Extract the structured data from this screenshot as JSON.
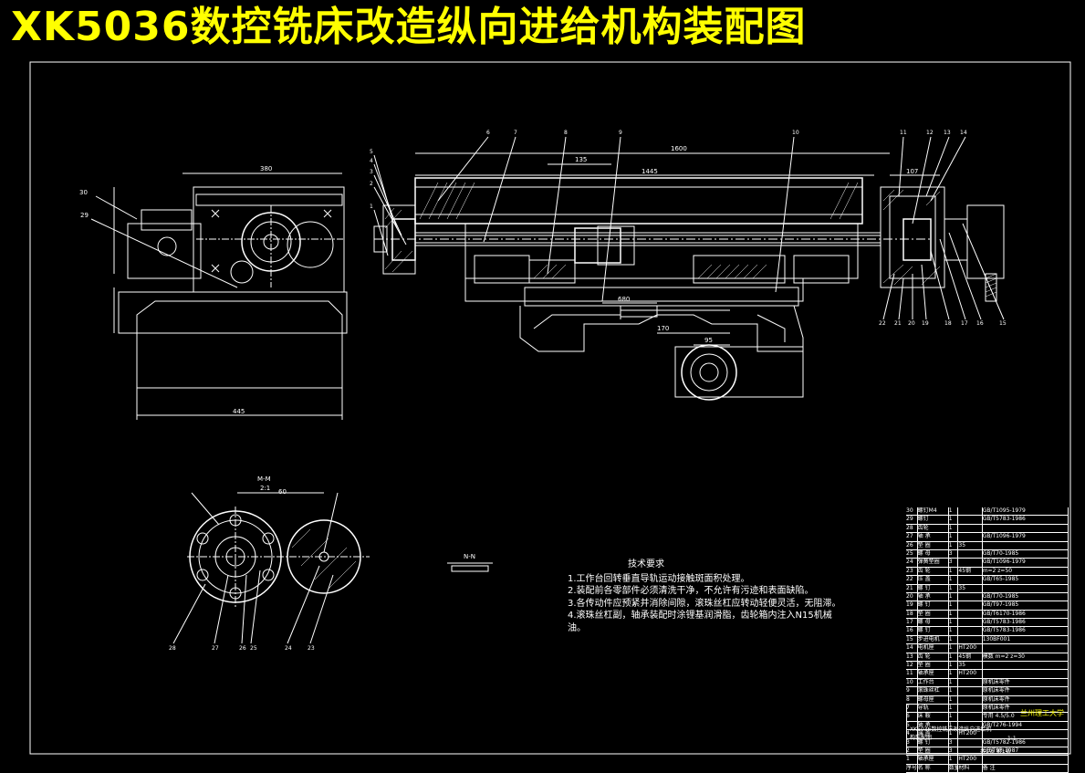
{
  "title": "XK5036数控铣床改造纵向进给机构装配图",
  "dims": {
    "d1600": "1600",
    "d1445": "1445",
    "d135": "135",
    "d107": "107",
    "d380": "380",
    "d445": "445",
    "d680": "680",
    "d170": "170",
    "d95": "95",
    "d60": "60",
    "d2_1": "2:1",
    "ratio": "M-M"
  },
  "part_numbers_top": [
    "6",
    "7",
    "8",
    "9",
    "10",
    "11",
    "12",
    "13",
    "14"
  ],
  "part_numbers_bottom": [
    "22",
    "21",
    "20",
    "19",
    "18",
    "17",
    "16",
    "15"
  ],
  "part_numbers_left": [
    "5",
    "4",
    "3",
    "2",
    "1"
  ],
  "side_labels": [
    "30",
    "29"
  ],
  "section_labels": [
    "M-M",
    "N-N"
  ],
  "circle_part_numbers": [
    "28",
    "27",
    "26",
    "25",
    "24",
    "23"
  ],
  "tech_req": {
    "heading": "技术要求",
    "lines": [
      "1.工作台回转垂直导轨运动接触斑面积处理。",
      "2.装配前各零部件必须清洗干净，不允许有污迹和表面缺陷。",
      "3.各传动件应预紧并消除间隙，滚珠丝杠应转动轻便灵活，无阻滞。",
      "4.滚珠丝杠副，轴承装配时涂锂基润滑脂，齿轮箱内注入N15机械",
      "油。"
    ]
  },
  "bom_rows": [
    {
      "no": "30",
      "name": "螺钉M4",
      "qty": "1",
      "mat": "",
      "std": "GB/T1095-1979"
    },
    {
      "no": "29",
      "name": "螺钉",
      "qty": "1",
      "mat": "",
      "std": "GB/T5783-1986"
    },
    {
      "no": "28",
      "name": "齿轮",
      "qty": "1",
      "mat": "",
      "std": ""
    },
    {
      "no": "27",
      "name": "轴 承",
      "qty": "1",
      "mat": "",
      "std": "GB/T1096-1979"
    },
    {
      "no": "26",
      "name": "垫 圈",
      "qty": "1",
      "mat": "35",
      "std": ""
    },
    {
      "no": "25",
      "name": "螺 母",
      "qty": "3",
      "mat": "",
      "std": "GB/T70-1985"
    },
    {
      "no": "24",
      "name": "弹簧垫圈",
      "qty": "3",
      "mat": "",
      "std": "GB/T1096-1979"
    },
    {
      "no": "23",
      "name": "齿 轮",
      "qty": "1",
      "mat": "45钢",
      "std": "m=2 z=50"
    },
    {
      "no": "22",
      "name": "压 盖",
      "qty": "1",
      "mat": "",
      "std": "GB/T65-1985"
    },
    {
      "no": "21",
      "name": "螺 钉",
      "qty": "1",
      "mat": "35",
      "std": ""
    },
    {
      "no": "20",
      "name": "轴 承",
      "qty": "1",
      "mat": "",
      "std": "GB/T70-1985"
    },
    {
      "no": "19",
      "name": "螺 钉",
      "qty": "1",
      "mat": "",
      "std": "GB/T97-1985"
    },
    {
      "no": "18",
      "name": "垫 圈",
      "qty": "1",
      "mat": "",
      "std": "GB/T6170-1986"
    },
    {
      "no": "17",
      "name": "螺 母",
      "qty": "1",
      "mat": "",
      "std": "GB/T5783-1986"
    },
    {
      "no": "16",
      "name": "螺 钉",
      "qty": "1",
      "mat": "",
      "std": "GB/T5783-1986"
    },
    {
      "no": "15",
      "name": "步进电机",
      "qty": "1",
      "mat": "",
      "std": "130BF001"
    },
    {
      "no": "14",
      "name": "电机座",
      "qty": "1",
      "mat": "HT200",
      "std": ""
    },
    {
      "no": "13",
      "name": "齿 轮",
      "qty": "1",
      "mat": "45钢",
      "std": "模数 m=2 z=30"
    },
    {
      "no": "12",
      "name": "垫 圈",
      "qty": "1",
      "mat": "35",
      "std": ""
    },
    {
      "no": "11",
      "name": "轴承座",
      "qty": "1",
      "mat": "HT200",
      "std": ""
    },
    {
      "no": "10",
      "name": "工作台",
      "qty": "1",
      "mat": "",
      "std": "原机床零件"
    },
    {
      "no": "9",
      "name": "滚珠丝杠",
      "qty": "1",
      "mat": "",
      "std": "原机床零件"
    },
    {
      "no": "8",
      "name": "螺母座",
      "qty": "1",
      "mat": "",
      "std": "原机床零件"
    },
    {
      "no": "7",
      "name": "导轨",
      "qty": "1",
      "mat": "",
      "std": "原机床零件"
    },
    {
      "no": "6",
      "name": "床 鞍",
      "qty": "1",
      "mat": "",
      "std": "专用 4.5/5.0"
    },
    {
      "no": "5",
      "name": "轴 承",
      "qty": "1",
      "mat": "",
      "std": "GB/T276-1994"
    },
    {
      "no": "4",
      "name": "端 盖",
      "qty": "1",
      "mat": "HT200",
      "std": ""
    },
    {
      "no": "3",
      "name": "螺 钉",
      "qty": "3",
      "mat": "",
      "std": "GB/T5782-1986"
    },
    {
      "no": "2",
      "name": "垫 圈",
      "qty": "3",
      "mat": "",
      "std": "GB/T93-1987"
    },
    {
      "no": "1",
      "name": "轴承座",
      "qty": "1",
      "mat": "HT200",
      "std": ""
    },
    {
      "no": "序号",
      "name": "名 称",
      "qty": "数量",
      "mat": "材料",
      "std": "备 注"
    }
  ],
  "titleblock": {
    "school": "兰州理工大学",
    "name": "XK5036数控铣床改造纵向进给机构装配图",
    "scale": "1:1",
    "sheet": "共1张 第1张"
  }
}
